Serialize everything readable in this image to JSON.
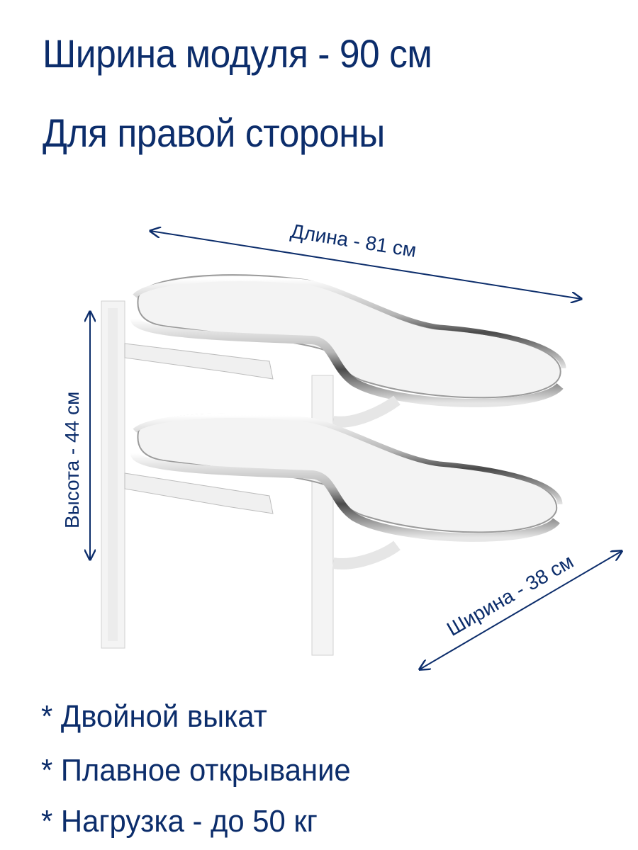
{
  "header": {
    "module_width": "Ширина модуля - 90 см",
    "side": "Для правой стороны"
  },
  "dimensions": {
    "length": "Длина - 81 см",
    "height": "Высота - 44 см",
    "width": "Ширина - 38 см"
  },
  "features": [
    "* Двойной выкат",
    "* Плавное открывание",
    "* Нагрузка - до 50 кг"
  ],
  "colors": {
    "text": "#0c2d6b",
    "chrome": "#c8c8c8",
    "panel": "#f2f2f2"
  }
}
